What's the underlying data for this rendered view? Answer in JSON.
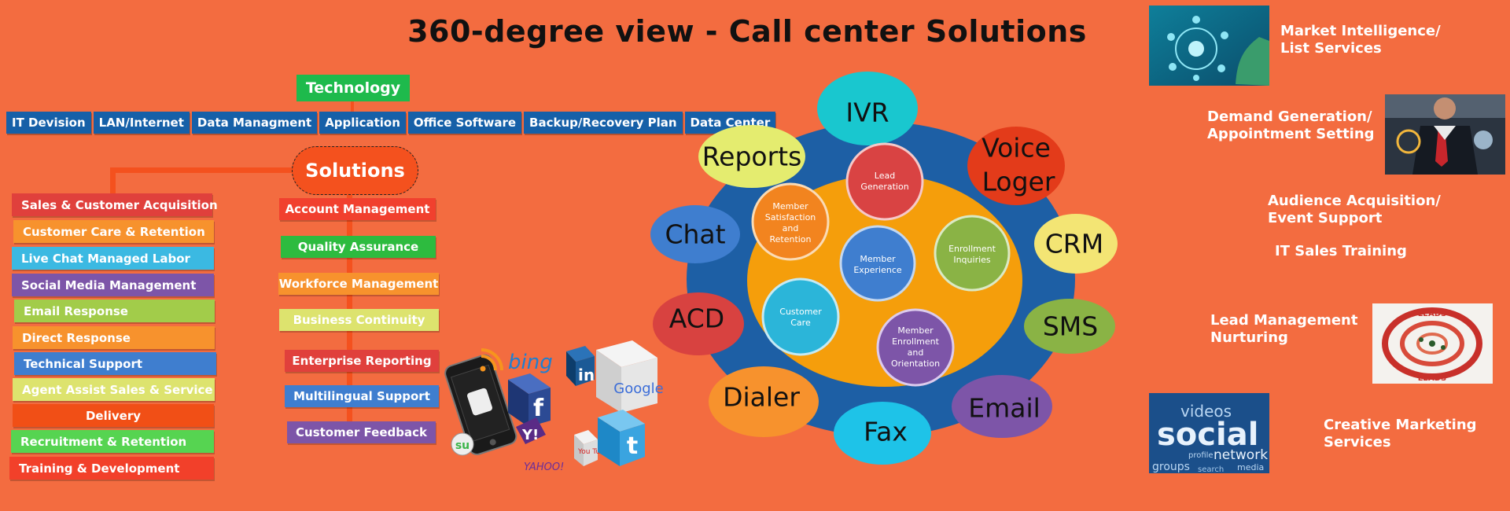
{
  "title": "360-degree view - Call center Solutions",
  "technology": {
    "label": "Technology",
    "items": [
      "IT Devision",
      "LAN/Internet",
      "Data Managment",
      "Application",
      "Office Software",
      "Backup/Recovery Plan",
      "Data Center"
    ]
  },
  "solutions": {
    "label": "Solutions",
    "left_items": [
      {
        "label": "Sales & Customer Acquisition",
        "color": "#e0403c"
      },
      {
        "label": "Customer Care & Retention",
        "color": "#f7922d"
      },
      {
        "label": "Live Chat Managed Labor",
        "color": "#3bb9e2"
      },
      {
        "label": "Social Media Management",
        "color": "#7d55a8"
      },
      {
        "label": "Email Response",
        "color": "#a2cc4a"
      },
      {
        "label": "Direct Response",
        "color": "#f7922d"
      },
      {
        "label": "Technical Support",
        "color": "#3f7ecf"
      },
      {
        "label": "Agent Assist Sales & Service",
        "color": "#dde36e"
      },
      {
        "label": "Delivery",
        "color": "#f14f16"
      },
      {
        "label": "Recruitment & Retention",
        "color": "#56d451"
      },
      {
        "label": "Training & Development",
        "color": "#f2402a"
      }
    ],
    "mid_items": [
      {
        "label": "Account Management",
        "color": "#f1402e"
      },
      {
        "label": "Quality Assurance",
        "color": "#2dbb3f"
      },
      {
        "label": "Workforce Management",
        "color": "#f7922d"
      },
      {
        "label": "Business Continuity",
        "color": "#dde36e"
      },
      {
        "label": "Enterprise Reporting",
        "color": "#e0403c"
      },
      {
        "label": "Multilingual Support",
        "color": "#3f7ecf"
      },
      {
        "label": "Customer Feedback",
        "color": "#7d55a8"
      }
    ]
  },
  "social_cluster": {
    "labels": [
      "bing",
      "in",
      "Google",
      "f",
      "Y!",
      "YAHOO!",
      "You Tube"
    ]
  },
  "channels": {
    "outer": [
      {
        "label": "IVR",
        "color": "#19c7cf"
      },
      {
        "label": "Reports",
        "color": "#e4ec6f"
      },
      {
        "label": "Voice",
        "label2": "Loger",
        "color": "#e33b1a"
      },
      {
        "label": "Chat",
        "color": "#3f7ecf"
      },
      {
        "label": "CRM",
        "color": "#f3e574"
      },
      {
        "label": "ACD",
        "color": "#d84240"
      },
      {
        "label": "SMS",
        "color": "#8ab345"
      },
      {
        "label": "Dialer",
        "color": "#f7922d"
      },
      {
        "label": "Email",
        "color": "#7d55a8"
      },
      {
        "label": "Fax",
        "color": "#1ec3e8"
      }
    ],
    "inner": [
      {
        "label": "Lead Generation",
        "color": "#d94343"
      },
      {
        "label": "Member Satisfaction and Retention",
        "color": "#f2841f"
      },
      {
        "label": "Member Experience",
        "color": "#3f7ecf"
      },
      {
        "label": "Enrollment Inquiries",
        "color": "#8ab345"
      },
      {
        "label": "Customer Care",
        "color": "#2bb5d9"
      },
      {
        "label": "Member Enrollment and Orientation",
        "color": "#7d55a8"
      }
    ]
  },
  "services": [
    {
      "line1": "Market Intelligence/",
      "line2": "List Services"
    },
    {
      "line1": "Demand Generation/",
      "line2": "Appointment Setting"
    },
    {
      "line1": "Audience Acquisition/",
      "line2": "Event Support"
    },
    {
      "line1": "IT Sales Training",
      "line2": ""
    },
    {
      "line1": "Lead Management",
      "line2": "Nurturing"
    },
    {
      "line1": "Creative Marketing",
      "line2": "Services"
    }
  ],
  "images": {
    "social_tiles": [
      "videos",
      "social",
      "network",
      "media",
      "profile",
      "groups",
      "search"
    ],
    "leads_text": "LEADS"
  },
  "colors": {
    "background": "#f36c40",
    "blue_ring": "#1d5fa5",
    "orange_core": "#f59e0b"
  }
}
